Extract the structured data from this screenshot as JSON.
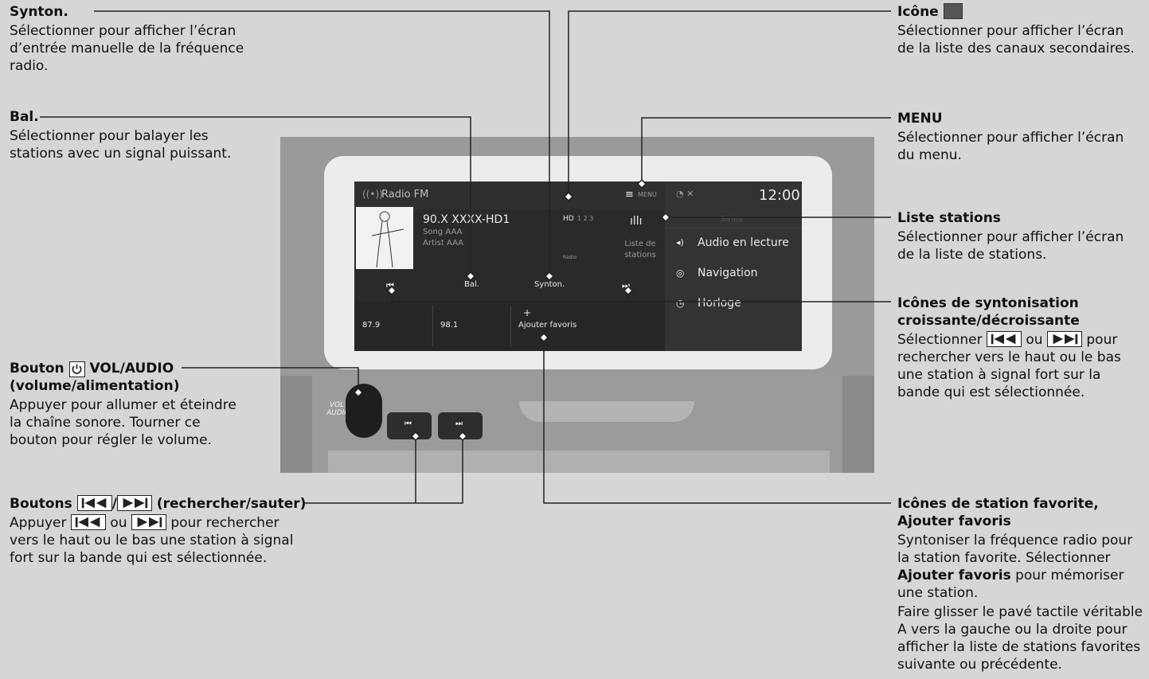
{
  "callouts": {
    "synton": {
      "title": "Synton.",
      "body": "Sélectionner pour afficher l’écran d’entrée manuelle de la fréquence radio."
    },
    "bal": {
      "title": "Bal.",
      "body": "Sélectionner pour balayer les stations avec un signal puissant."
    },
    "icone": {
      "title": "Icône",
      "body": "Sélectionner pour afficher l’écran de la liste des canaux secondaires."
    },
    "menu": {
      "title": "MENU",
      "body": "Sélectionner pour afficher l’écran du menu."
    },
    "liste": {
      "title": "Liste stations",
      "body": "Sélectionner pour afficher l’écran de la liste de stations."
    },
    "syntonisation": {
      "title": "Icônes de syntonisation croissante/décroissante",
      "body_a": "Sélectionner",
      "body_b": "ou",
      "body_c": "pour rechercher vers le haut ou le bas une station à signal fort sur la bande qui est sélectionnée."
    },
    "bouton": {
      "title_a": "Bouton",
      "title_b": "VOL/AUDIO (volume/alimentation)",
      "body": "Appuyer pour allumer et éteindre la chaîne sonore. Tourner ce bouton pour régler le volume."
    },
    "boutons": {
      "title_a": "Boutons",
      "title_b": "/",
      "title_c": "(rechercher/sauter)",
      "body_a": "Appuyer",
      "body_b": "ou",
      "body_c": "pour rechercher vers le haut ou le bas une station à signal fort sur la bande qui est sélectionnée."
    },
    "favoris": {
      "title": "Icônes de station favorite, Ajouter favoris",
      "body1": "Syntoniser la fréquence radio pour la station favorite. Sélectionner",
      "body1_bold": "Ajouter favoris",
      "body1_end": "pour mémoriser une station.",
      "body2": "Faire glisser le pavé tactile véritable A vers la gauche ou la droite pour afficher la liste de stations favorites suivante ou précédente."
    }
  },
  "screen": {
    "source": "Radio FM",
    "menu": "MENU",
    "clock": "12:00",
    "station": "90.X XXXX-HD1",
    "song": "Song AAA",
    "artist": "Artist AAA",
    "hd_channels": "1 2 3",
    "hd_radio": "Radio",
    "liste_label": "Liste de stations",
    "bal": "Bal.",
    "synton": "Synton.",
    "presets": [
      "87.9",
      "98.1"
    ],
    "add": "Ajouter favoris",
    "plus": "+",
    "side": [
      "Audio en lecture",
      "Navigation",
      "Horloge"
    ],
    "side_top": "Sirius"
  },
  "hardware": {
    "vol_label": "VOL AUDIO"
  }
}
